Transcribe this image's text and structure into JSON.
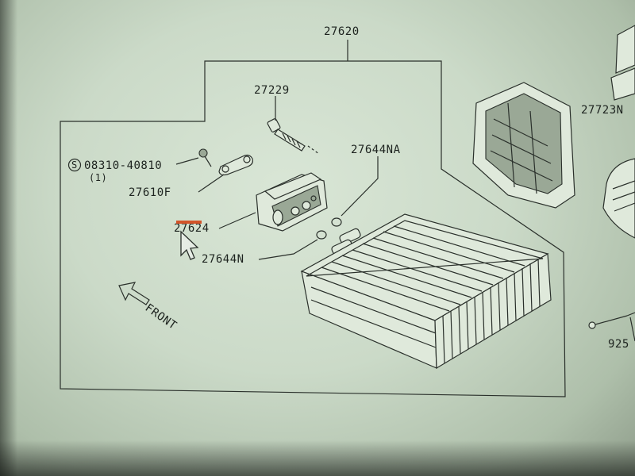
{
  "diagram": {
    "callouts": {
      "assembly": "27620",
      "bolt": "27229",
      "screw": "08310-40810",
      "screw_qty": "(1)",
      "screw_symbol": "S",
      "bracket": "27610F",
      "oring_upper": "27644NA",
      "flange": "27624",
      "oring_lower": "27644N",
      "adjacent_top_right": "27723N",
      "adjacent_bottom_right": "925"
    },
    "front_label": "FRONT"
  },
  "colors": {
    "screen_background": "#cfdecb",
    "line_art": "#2a302b",
    "highlight_bar": "#d2542a"
  }
}
